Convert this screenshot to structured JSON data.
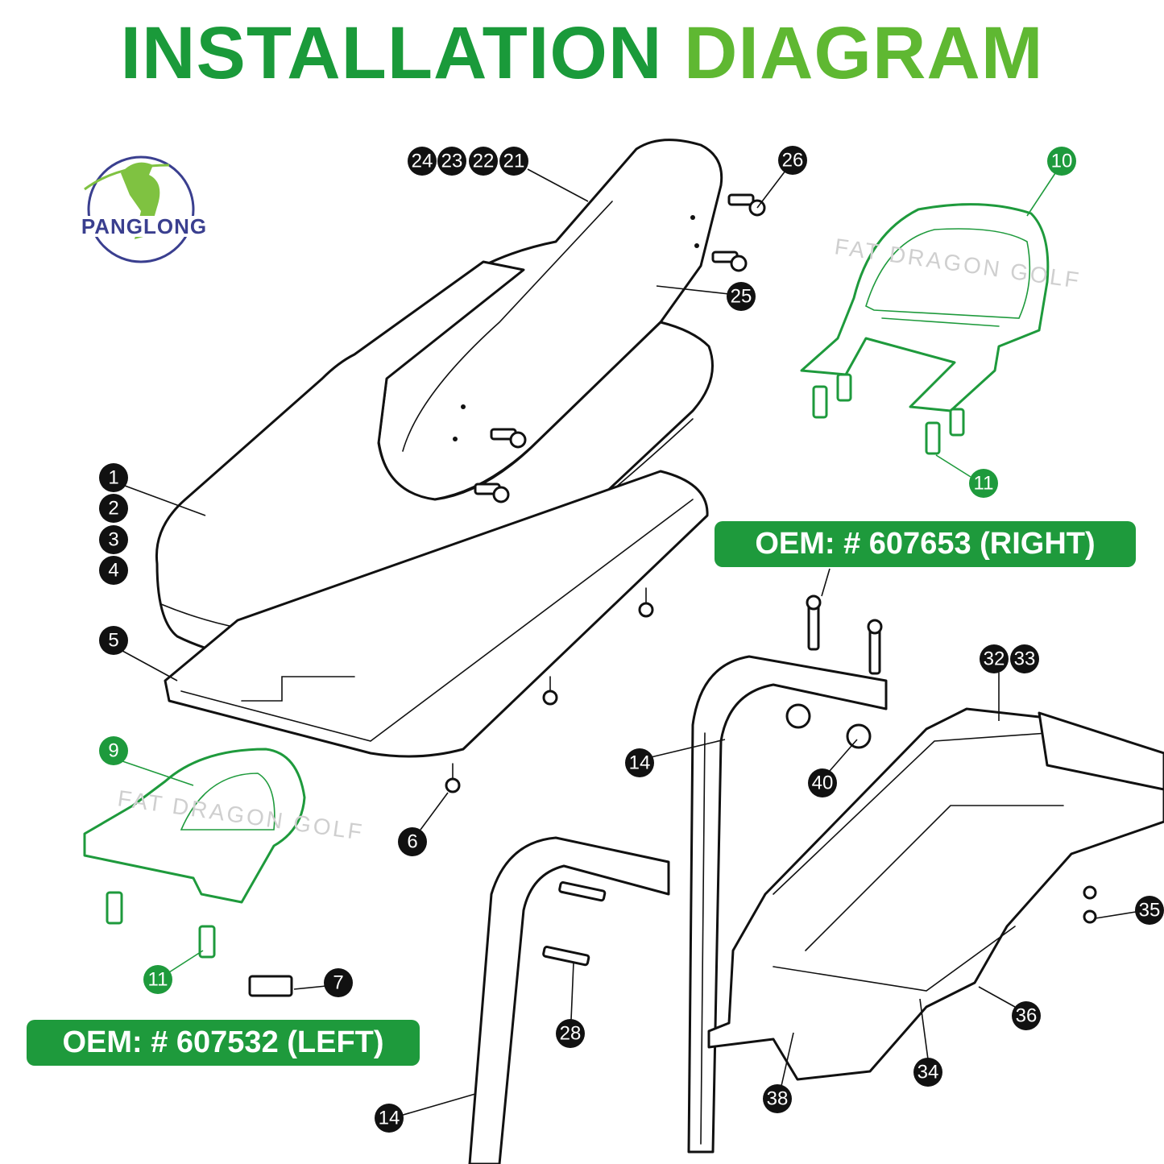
{
  "title": {
    "part1": "INSTALLATION",
    "part2": "DIAGRAM"
  },
  "brand": {
    "logo_text": "PANGLONG"
  },
  "oem_labels": {
    "right": "OEM:  # 607653 (RIGHT)",
    "left": "OEM:  # 607532 (LEFT)"
  },
  "watermark": "FAT DRAGON GOLF",
  "callouts": [
    {
      "id": "c24",
      "label": "24",
      "color": "black"
    },
    {
      "id": "c23",
      "label": "23",
      "color": "black"
    },
    {
      "id": "c22",
      "label": "22",
      "color": "black"
    },
    {
      "id": "c21",
      "label": "21",
      "color": "black"
    },
    {
      "id": "c26",
      "label": "26",
      "color": "black"
    },
    {
      "id": "c25",
      "label": "25",
      "color": "black"
    },
    {
      "id": "c10",
      "label": "10",
      "color": "green"
    },
    {
      "id": "c11a",
      "label": "11",
      "color": "green"
    },
    {
      "id": "c1",
      "label": "1",
      "color": "black"
    },
    {
      "id": "c2",
      "label": "2",
      "color": "black"
    },
    {
      "id": "c3",
      "label": "3",
      "color": "black"
    },
    {
      "id": "c4",
      "label": "4",
      "color": "black"
    },
    {
      "id": "c5",
      "label": "5",
      "color": "black"
    },
    {
      "id": "c9",
      "label": "9",
      "color": "green"
    },
    {
      "id": "c6",
      "label": "6",
      "color": "black"
    },
    {
      "id": "c11b",
      "label": "11",
      "color": "green"
    },
    {
      "id": "c7",
      "label": "7",
      "color": "black"
    },
    {
      "id": "c14a",
      "label": "14",
      "color": "black"
    },
    {
      "id": "c40",
      "label": "40",
      "color": "black"
    },
    {
      "id": "c32",
      "label": "32",
      "color": "black"
    },
    {
      "id": "c33",
      "label": "33",
      "color": "black"
    },
    {
      "id": "c35",
      "label": "35",
      "color": "black"
    },
    {
      "id": "c36",
      "label": "36",
      "color": "black"
    },
    {
      "id": "c28",
      "label": "28",
      "color": "black"
    },
    {
      "id": "c34",
      "label": "34",
      "color": "black"
    },
    {
      "id": "c38",
      "label": "38",
      "color": "black"
    },
    {
      "id": "c14b",
      "label": "14",
      "color": "black"
    }
  ],
  "colors": {
    "brand_green": "#1e9a3c",
    "title_green_dark": "#1a9a3a",
    "title_green_light": "#5fb832",
    "logo_blue": "#3a3f8f",
    "line": "#111111"
  }
}
